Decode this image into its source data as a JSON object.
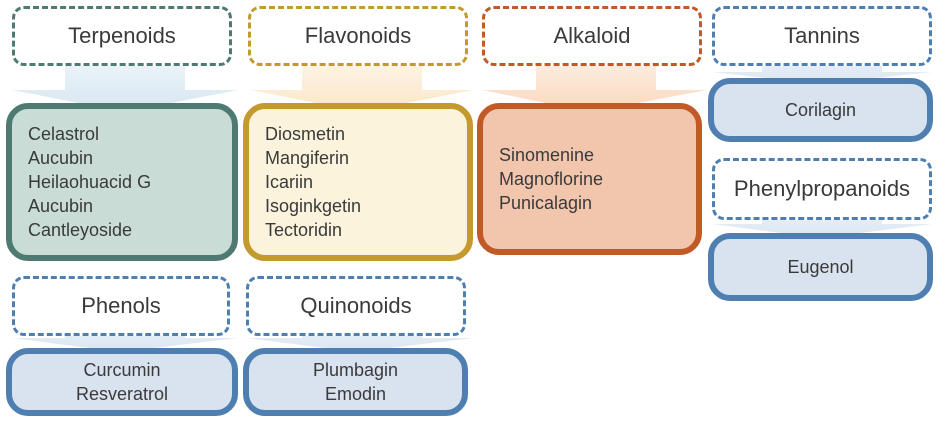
{
  "colors": {
    "terpenoids": "#4e7a72",
    "flavonoids": "#c49a2e",
    "alkaloid": "#c25a27",
    "blue": "#4f7fb0",
    "terpenoids_fill": "#c9dcd6",
    "flavonoids_fill": "#fbf3dc",
    "alkaloid_fill": "#f2c6ad",
    "blue_fill": "#d9e3ef"
  },
  "groups": {
    "terpenoids": {
      "label": "Terpenoids",
      "items": [
        "Celastrol",
        "Aucubin",
        "Heilaohuacid G",
        "Aucubin",
        "Cantleyoside"
      ]
    },
    "flavonoids": {
      "label": "Flavonoids",
      "items": [
        "Diosmetin",
        "Mangiferin",
        "Icariin",
        "Isoginkgetin",
        "Tectoridin"
      ]
    },
    "alkaloid": {
      "label": "Alkaloid",
      "items": [
        "Sinomenine",
        "Magnoflorine",
        "Punicalagin"
      ]
    },
    "tannins": {
      "label": "Tannins",
      "items": [
        "Corilagin"
      ]
    },
    "phenylpropanoids": {
      "label": "Phenylpropanoids",
      "items": [
        "Eugenol"
      ]
    },
    "phenols": {
      "label": "Phenols",
      "items": [
        "Curcumin",
        "Resveratrol"
      ]
    },
    "quinonoids": {
      "label": "Quinonoids",
      "items": [
        "Plumbagin",
        "Emodin"
      ]
    }
  }
}
